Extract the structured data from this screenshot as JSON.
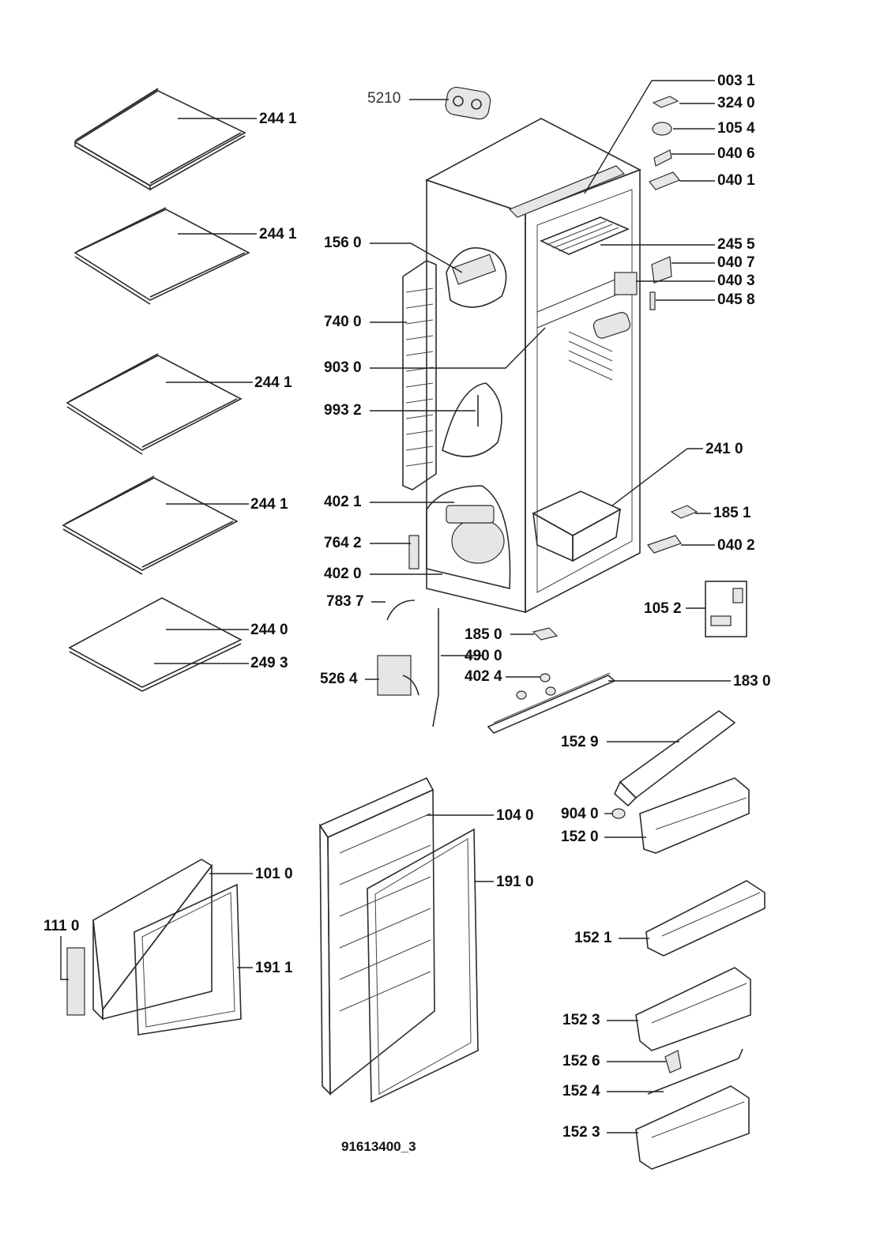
{
  "diagram": {
    "footer_code": "91613400_3",
    "parts": {
      "p5210": "5210",
      "p0031": "003 1",
      "p3240": "324 0",
      "p1054": "105 4",
      "p0406": "040 6",
      "p0401": "040 1",
      "p2441a": "244 1",
      "p2441b": "244 1",
      "p2441c": "244 1",
      "p2441d": "244 1",
      "p2440": "244 0",
      "p2493": "249 3",
      "p1560": "156 0",
      "p2455": "245 5",
      "p0407": "040 7",
      "p0403": "040 3",
      "p0458": "045 8",
      "p7400": "740 0",
      "p9030": "903 0",
      "p9932": "993 2",
      "p2410": "241 0",
      "p4021": "402 1",
      "p1851": "185 1",
      "p7642": "764 2",
      "p0402": "040 2",
      "p4020": "402 0",
      "p7837": "783 7",
      "p1052": "105 2",
      "p1850": "185 0",
      "p4900": "490 0",
      "p5264": "526 4",
      "p4024": "402 4",
      "p1830": "183 0",
      "p1529": "152 9",
      "p9040": "904 0",
      "p1040": "104 0",
      "p1520": "152 0",
      "p1010": "101 0",
      "p1910": "191 0",
      "p1110": "111 0",
      "p1911": "191 1",
      "p1521": "152 1",
      "p1523a": "152 3",
      "p1526": "152 6",
      "p1524": "152 4",
      "p1523b": "152 3"
    }
  }
}
